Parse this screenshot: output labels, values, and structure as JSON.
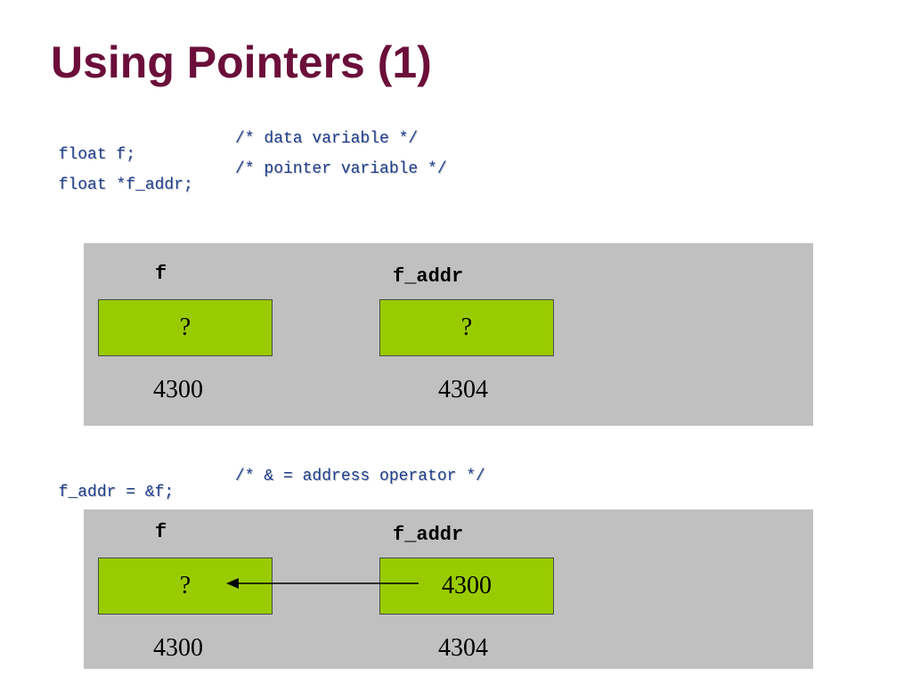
{
  "slide": {
    "title": "Using Pointers (1)",
    "code_block_1": [
      {
        "code": "float f;",
        "comment": "/* data variable */"
      },
      {
        "code": "float *f_addr;",
        "comment": "/* pointer variable */"
      }
    ],
    "code_block_2": [
      {
        "code": "f_addr = &f;",
        "comment": "/* & = address operator */"
      }
    ],
    "diagram_1": {
      "var_f": {
        "name": "f",
        "value": "?",
        "address": "4300"
      },
      "var_f_addr": {
        "name": "f_addr",
        "value": "?",
        "address": "4304"
      }
    },
    "diagram_2": {
      "var_f": {
        "name": "f",
        "value": "?",
        "address": "4300"
      },
      "var_f_addr": {
        "name": "f_addr",
        "value": "4300",
        "address": "4304"
      },
      "pointer_arrow": {
        "from": "f_addr",
        "to": "f"
      }
    }
  },
  "colors": {
    "title": "#6b0f3a",
    "code": "#1f3f8f",
    "panel_background": "#c0c0c0",
    "cell_fill": "#99cc00"
  }
}
